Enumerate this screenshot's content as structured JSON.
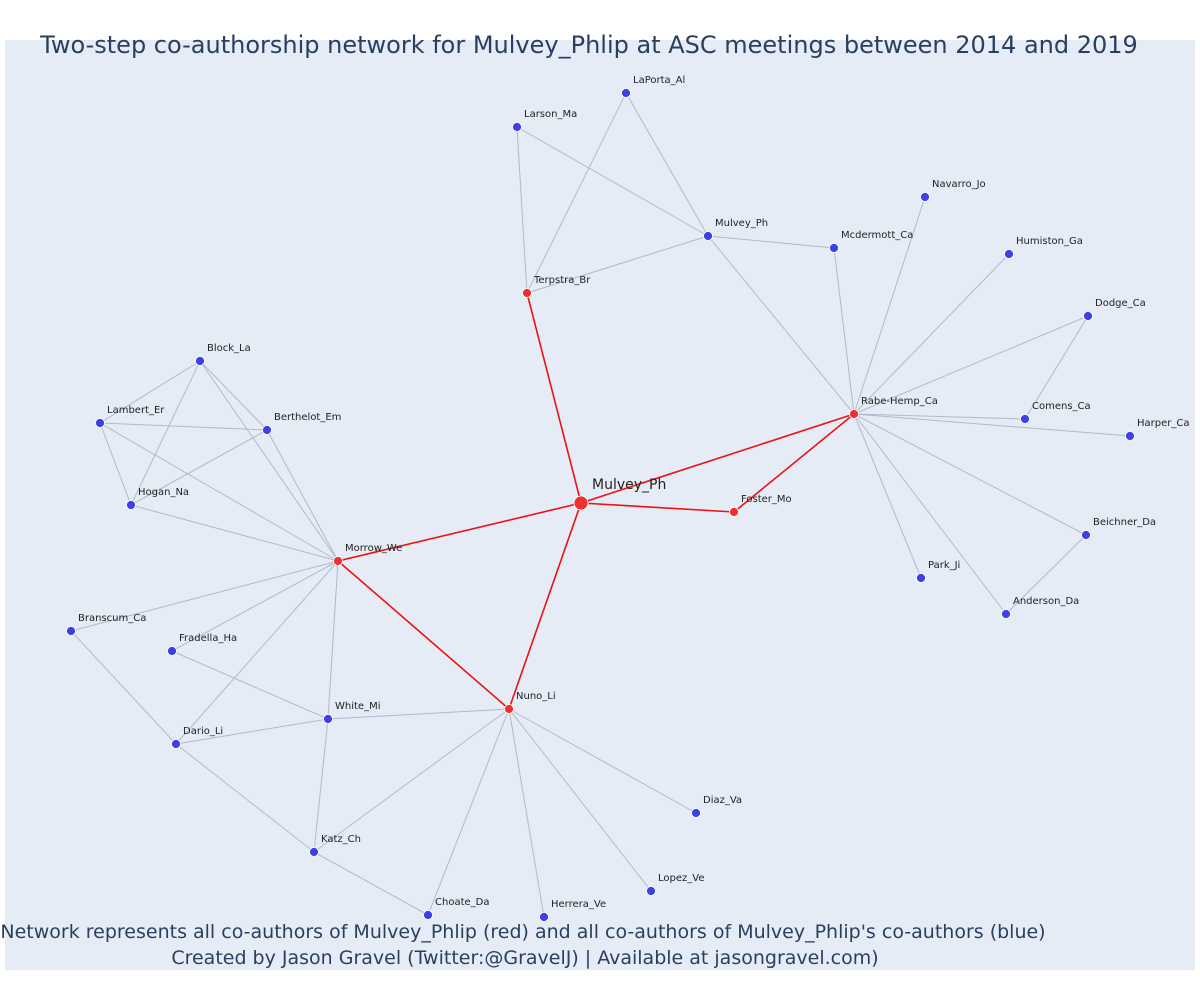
{
  "title": "Two-step co-authorship network for Mulvey_Phlip at ASC meetings between 2014 and 2019",
  "caption": {
    "line1": "Network represents all co-authors of Mulvey_Phlip (red) and all co-authors of Mulvey_Phlip's co-authors (blue)",
    "line2": "Created by Jason Gravel (Twitter:@GravelJ) | Available at jasongravel.com)"
  },
  "colors": {
    "plot_background": "#e5ecf6",
    "first_degree": "#ef3030",
    "second_degree": "#3f3fe6",
    "primary_edge": "#ee1111",
    "secondary_edge": "#b4b8cc",
    "text": "#2a3f5f"
  },
  "network": {
    "center": "Mulvey_Ph",
    "nodes": [
      {
        "id": "Mulvey_Ph",
        "group": "center"
      },
      {
        "id": "Terpstra_Br",
        "group": "coauthor"
      },
      {
        "id": "Foster_Mo",
        "group": "coauthor"
      },
      {
        "id": "Rabe-Hemp_Ca",
        "group": "coauthor"
      },
      {
        "id": "Morrow_We",
        "group": "coauthor"
      },
      {
        "id": "Nuno_Li",
        "group": "coauthor"
      },
      {
        "id": "LaPorta_Al",
        "group": "second"
      },
      {
        "id": "Larson_Ma",
        "group": "second"
      },
      {
        "id": "Mulvey_Ph#2",
        "label": "Mulvey_Ph",
        "group": "second"
      },
      {
        "id": "Mcdermott_Ca",
        "group": "second"
      },
      {
        "id": "Navarro_Jo",
        "group": "second"
      },
      {
        "id": "Humiston_Ga",
        "group": "second"
      },
      {
        "id": "Dodge_Ca",
        "group": "second"
      },
      {
        "id": "Comens_Ca",
        "group": "second"
      },
      {
        "id": "Harper_Ca",
        "group": "second"
      },
      {
        "id": "Beichner_Da",
        "group": "second"
      },
      {
        "id": "Anderson_Da",
        "group": "second"
      },
      {
        "id": "Park_Ji",
        "group": "second"
      },
      {
        "id": "Block_La",
        "group": "second"
      },
      {
        "id": "Lambert_Er",
        "group": "second"
      },
      {
        "id": "Berthelot_Em",
        "group": "second"
      },
      {
        "id": "Hogan_Na",
        "group": "second"
      },
      {
        "id": "Branscum_Ca",
        "group": "second"
      },
      {
        "id": "Fradella_Ha",
        "group": "second"
      },
      {
        "id": "White_Mi",
        "group": "second"
      },
      {
        "id": "Dario_Li",
        "group": "second"
      },
      {
        "id": "Katz_Ch",
        "group": "second"
      },
      {
        "id": "Choate_Da",
        "group": "second"
      },
      {
        "id": "Herrera_Ve",
        "group": "second"
      },
      {
        "id": "Lopez_Ve",
        "group": "second"
      },
      {
        "id": "Diaz_Va",
        "group": "second"
      }
    ],
    "edges": [
      [
        "Mulvey_Ph",
        "Terpstra_Br"
      ],
      [
        "Mulvey_Ph",
        "Foster_Mo"
      ],
      [
        "Mulvey_Ph",
        "Rabe-Hemp_Ca"
      ],
      [
        "Mulvey_Ph",
        "Morrow_We"
      ],
      [
        "Mulvey_Ph",
        "Nuno_Li"
      ],
      [
        "Foster_Mo",
        "Rabe-Hemp_Ca"
      ],
      [
        "Morrow_We",
        "Nuno_Li"
      ],
      [
        "Terpstra_Br",
        "LaPorta_Al"
      ],
      [
        "Terpstra_Br",
        "Larson_Ma"
      ],
      [
        "Terpstra_Br",
        "Mulvey_Ph#2"
      ],
      [
        "Larson_Ma",
        "Mulvey_Ph#2"
      ],
      [
        "LaPorta_Al",
        "Mulvey_Ph#2"
      ],
      [
        "Mulvey_Ph#2",
        "Mcdermott_Ca"
      ],
      [
        "Mulvey_Ph#2",
        "Rabe-Hemp_Ca"
      ],
      [
        "Mcdermott_Ca",
        "Rabe-Hemp_Ca"
      ],
      [
        "Rabe-Hemp_Ca",
        "Navarro_Jo"
      ],
      [
        "Rabe-Hemp_Ca",
        "Humiston_Ga"
      ],
      [
        "Rabe-Hemp_Ca",
        "Dodge_Ca"
      ],
      [
        "Rabe-Hemp_Ca",
        "Comens_Ca"
      ],
      [
        "Dodge_Ca",
        "Comens_Ca"
      ],
      [
        "Rabe-Hemp_Ca",
        "Harper_Ca"
      ],
      [
        "Rabe-Hemp_Ca",
        "Beichner_Da"
      ],
      [
        "Rabe-Hemp_Ca",
        "Anderson_Da"
      ],
      [
        "Beichner_Da",
        "Anderson_Da"
      ],
      [
        "Rabe-Hemp_Ca",
        "Park_Ji"
      ],
      [
        "Block_La",
        "Lambert_Er"
      ],
      [
        "Block_La",
        "Berthelot_Em"
      ],
      [
        "Block_La",
        "Hogan_Na"
      ],
      [
        "Block_La",
        "Morrow_We"
      ],
      [
        "Lambert_Er",
        "Berthelot_Em"
      ],
      [
        "Lambert_Er",
        "Hogan_Na"
      ],
      [
        "Lambert_Er",
        "Morrow_We"
      ],
      [
        "Berthelot_Em",
        "Hogan_Na"
      ],
      [
        "Berthelot_Em",
        "Morrow_We"
      ],
      [
        "Hogan_Na",
        "Morrow_We"
      ],
      [
        "Morrow_We",
        "Branscum_Ca"
      ],
      [
        "Morrow_We",
        "Fradella_Ha"
      ],
      [
        "Morrow_We",
        "White_Mi"
      ],
      [
        "Morrow_We",
        "Dario_Li"
      ],
      [
        "Branscum_Ca",
        "Dario_Li"
      ],
      [
        "Fradella_Ha",
        "White_Mi"
      ],
      [
        "Dario_Li",
        "White_Mi"
      ],
      [
        "Dario_Li",
        "Katz_Ch"
      ],
      [
        "White_Mi",
        "Katz_Ch"
      ],
      [
        "White_Mi",
        "Nuno_Li"
      ],
      [
        "Katz_Ch",
        "Nuno_Li"
      ],
      [
        "Katz_Ch",
        "Choate_Da"
      ],
      [
        "Nuno_Li",
        "Choate_Da"
      ],
      [
        "Nuno_Li",
        "Herrera_Ve"
      ],
      [
        "Nuno_Li",
        "Lopez_Ve"
      ],
      [
        "Nuno_Li",
        "Diaz_Va"
      ]
    ]
  }
}
